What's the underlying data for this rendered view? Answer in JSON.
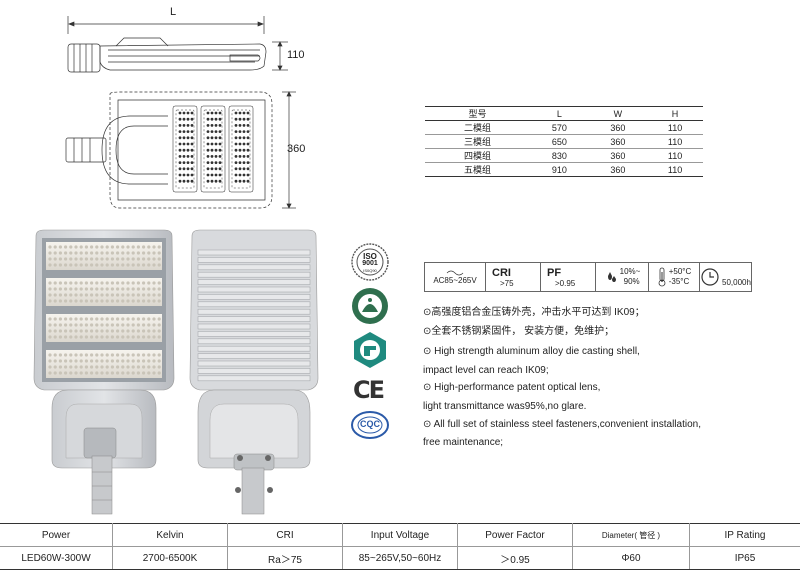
{
  "drawing": {
    "length_label": "L",
    "height_label": "110",
    "width_label": "360"
  },
  "dimension_table": {
    "headers": [
      "型号",
      "L",
      "W",
      "H"
    ],
    "rows": [
      [
        "二模组",
        "570",
        "360",
        "110"
      ],
      [
        "三模组",
        "650",
        "360",
        "110"
      ],
      [
        "四模组",
        "830",
        "360",
        "110"
      ],
      [
        "五模组",
        "910",
        "360",
        "110"
      ]
    ]
  },
  "certifications": {
    "iso_text": "ISO",
    "iso_number": "9001",
    "iso_sub": "IS0Q90",
    "ce": "CE",
    "cqc": "CQC"
  },
  "specs": {
    "voltage": "AC85~265V",
    "cri_label": "CRI",
    "cri_value": ">75",
    "pf_label": "PF",
    "pf_value": ">0.95",
    "humidity": [
      "10%~",
      "90%"
    ],
    "temperature": [
      "+50°C",
      "-35°C"
    ],
    "lifetime": "50,000h"
  },
  "features": {
    "cn1": "⊙高强度铝合金压铸外壳，冲击水平可达到 IK09；",
    "cn2": "⊙全套不锈钢紧固件，  安装方便，免维护；",
    "en1a": "⊙ High strength aluminum alloy die casting shell,",
    "en1b": "impact level can reach IK09;",
    "en2a": "⊙ High-performance patent optical lens,",
    "en2b": "light transmittance was95%,no glare.",
    "en3a": "⊙ All full set of stainless steel fasteners,convenient installation,",
    "en3b": "free maintenance;"
  },
  "bottom_table": {
    "headers": [
      "Power",
      "Kelvin",
      "CRI",
      "Input Voltage",
      "Power Factor",
      "Diameter( 管径 )",
      "IP Rating"
    ],
    "values": [
      "LED60W-300W",
      "2700-6500K",
      "Ra＞75",
      "85~265V,50~60Hz",
      "＞0.95",
      "Φ60",
      "IP65"
    ]
  }
}
